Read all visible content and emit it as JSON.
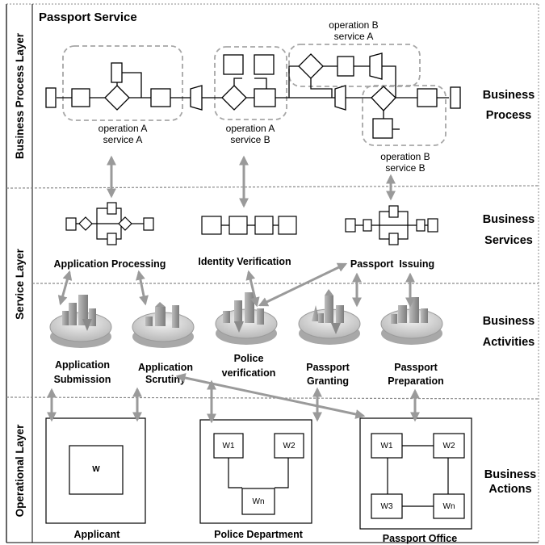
{
  "title": "Passport Service",
  "layers": {
    "business_process": "Business Process Layer",
    "service": "Service Layer",
    "operational": "Operational Layer"
  },
  "right_labels": {
    "process": [
      "Business",
      "Process"
    ],
    "services": [
      "Business",
      "Services"
    ],
    "activities": [
      "Business",
      "Activities"
    ],
    "actions": [
      "Business",
      "Actions"
    ]
  },
  "operations": {
    "op_a_svc_a": [
      "operation A",
      "service A"
    ],
    "op_a_svc_b": [
      "operation A",
      "service B"
    ],
    "op_b_svc_a": [
      "operation B",
      "service A"
    ],
    "op_b_svc_b": [
      "operation B",
      "service B"
    ]
  },
  "services": {
    "application_processing": "Application Processing",
    "identity_verification": "Identity Verification",
    "passport_issuing": "Passport  Issuing"
  },
  "activities": {
    "application_submission": [
      "Application",
      "Submission"
    ],
    "application_scrutiny": [
      "Application",
      "Scrutiny"
    ],
    "police_verification": [
      "Police",
      "verification"
    ],
    "passport_granting": [
      "Passport",
      "Granting"
    ],
    "passport_preparation": [
      "Passport",
      "Preparation"
    ]
  },
  "actors": {
    "applicant": {
      "label": "Applicant",
      "workers": [
        "W"
      ]
    },
    "police_department": {
      "label": "Police Department",
      "workers": [
        "W1",
        "W2",
        "Wn"
      ]
    },
    "passport_office": {
      "label": "Passport Office",
      "workers": [
        "W1",
        "W2",
        "W3",
        "Wn"
      ]
    }
  },
  "colors": {
    "line": "#000000",
    "divider": "#8a8a8a",
    "group_border": "#a6a6a6",
    "arrow": "#9a9a9a",
    "platform": "#cfcfcf",
    "building": "#9e9e9e"
  }
}
